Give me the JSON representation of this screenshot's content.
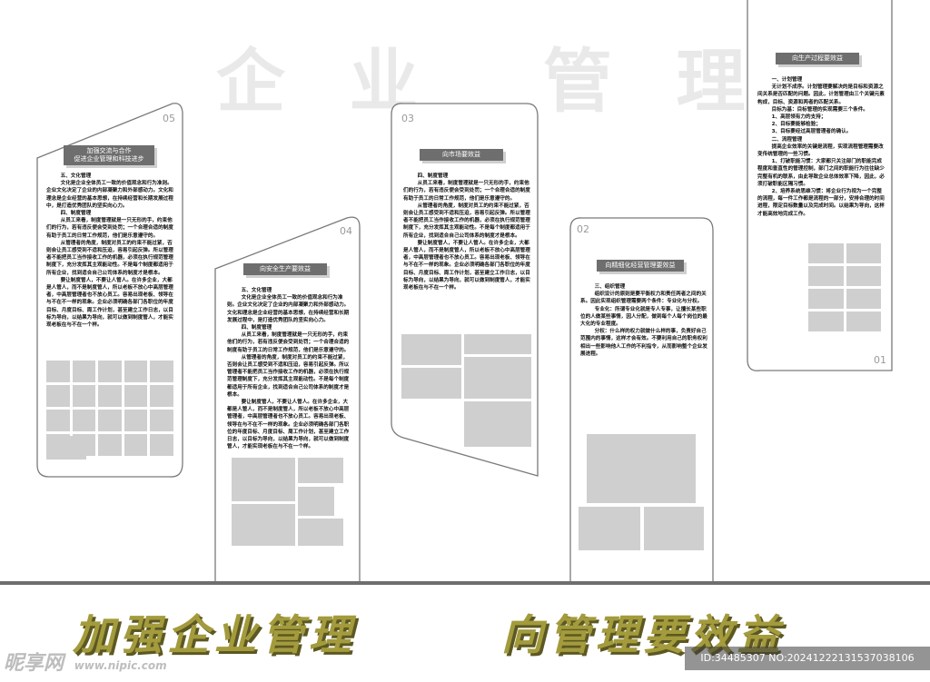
{
  "background_title": {
    "left": "企 业",
    "right": "管 理"
  },
  "slogan": {
    "left": "加强企业管理",
    "right": "向管理要效益"
  },
  "watermark": {
    "site": "昵享网",
    "url": "www.nipic.com",
    "id_text": "ID:34485307 NO:20241222131537038106"
  },
  "panels": {
    "p05": {
      "number": "05",
      "title_line1": "加强交流与合作",
      "title_line2": "促进企业管理和科技进步",
      "body": "        五、文化管理\n        文化是企业全体员工一致的价值观念和行为准则。企业文化决定了企业的内部凝聚力和外部感动力。文化和理念是企业经营的基本思想，在持续经营和长期发展过程中，是打造优秀团队的坚实向心力。\n        四、制度管理\n        从员工来看，制度管理就是一只无形的手，约束他们的行为，若有违反便会受到处罚；一个合理合适的制度有助于员工的日常工作规范，他们是乐意遵守的。\n        从管理者的角度，制度对员工的约束不能过紧，否则会让员工感受到不适和压迫，容易引起反弹。所以管理者不能把员工当作接收工作的机器，必须在执行规范管理制度下，充分发挥其主观能动性。不是每个制度都适用于所有企业，找到适合自己公司体系的制度才是根本。\n        要让制度管人，不要让人管人。在许多企业，大都是人管人，而不是制度管人，所以老板不放心中高层管理者，中高层管理者也不放心员工。容易出现老板、领导在与不在不一样的现象。企业必须明确各部门各职位的年度目标、月度目标、周工作计划，甚至建立工作日志，以目标为导向，以结果为导向，就可以做到制度管人，才能实现老板在与不在一个样。"
    },
    "p04": {
      "number": "04",
      "title": "向安全生产要效益",
      "body": "        五、文化管理\n        文化是企业全体员工一致的价值观念和行为准则。企业文化决定了企业的内部凝聚力和外部感动力。文化和理念是企业经营的基本思想，在持续经营和长期发展过程中，是打造优秀团队的坚实向心力。\n        四、制度管理\n        从员工来看，制度管理就是一只无形的手，约束他们的行为，若有违反便会受到处罚；一个合理合适的制度有助于员工的日常工作规范，他们是乐意遵守的。\n        从管理者的角度，制度对员工的约束不能过紧，否则会让员工感受到不适和压迫，容易引起反弹。所以管理者不能把员工当作接收工作的机器，必须在执行规范管理制度下，充分发挥其主观能动性。不是每个制度都适用于所有企业，找到适合自己公司体系的制度才是根本。\n        要让制度管人，不要让人管人。在许多企业，大都是人管人，而不是制度管人，所以老板不放心中高层管理者，中高层管理者也不放心员工。容易出现老板、领导在与不在不一样的现象。企业必须明确各部门各职位的年度目标、月度目标、周工作计划，甚至建立工作日志，以目标为导向，以结果为导向，就可以做到制度管人，才能实现老板在与不在一个样。"
    },
    "p03": {
      "number": "03",
      "title": "向市场要效益",
      "body": "        四、制度管理\n        从员工来看，制度管理就是一只无形的手，约束他们的行为，若有违反便会受到处罚；一个合理合适的制度有助于员工的日常工作规范，他们是乐意遵守的。\n        从管理者的角度，制度对员工的约束不能过紧，否则会让员工感受到不适和压迫，容易引起反弹。所以管理者不能把员工当作接收工作的机器，必须在执行规范管理制度下，充分发挥其主观能动性。不是每个制度都适用于所有企业，找到适合自己公司体系的制度才是根本。\n        要让制度管人，不要让人管人。在许多企业，大都是人管人，而不是制度管人，所以老板不放心中高层管理者，中高层管理者也不放心员工。容易出现老板、领导在与不在不一样的现象。企业必须明确各部门各职位的年度目标、月度目标、周工作计划，甚至建立工作日志，以目标为导向，以结果为导向，就可以做到制度管人，才能实现老板在与不在一个样。"
    },
    "p02": {
      "number": "02",
      "title": "向精细化经营管理要效益",
      "body": "        三、组织管理\n        组织设计的原则是要平衡权力和责任两者之间的关系。因此实现组织管理需要两个条件：专业化与分权。\n        专业化：所谓专业化就是专人专事，让擅长某些职位的人做某些事情，因人分配，做到每个人每个岗位的最大化的专业程度。\n        分权：什么样的权力就做什么样的事，负责好自己范围内的事情，这样才会有效。不要利用自己的职务权利相出一些影响他人工作的不利指令，从而影响整个企业发展进程。"
    },
    "p01": {
      "number": "01",
      "title": "向生产过程要效益",
      "body": "        一、计划管理\n        无计划不成序。计划管理要解决的是目标和资源之间关系是否匹配的问题。因此，计划管理由三个关键元素构成，目标、资源和两者的匹配关系。\n        目标为基：目标管理的实现需要三个条件。\n        1、高层领有力的支持；\n        2、目标要能够检验；\n        3、目标要经过高层管理者的确认。\n        二、流程管理\n        提高企业效率的关键是流程，实现流程管理需要改变传统管理的一些习惯。\n        1、打破职能习惯：大家都只关注部门的职能完成程度和垂直性的管理控制，部门之间的职能行为往往缺少完整有机的联系，由此导致企业总体效率下降，因此，必须打破职能区隔习惯。\n        2、培养系统思维习惯：将企业行为视为一个完整的流程，每一件工作都是流程的一部分，安排合理的时间进程，限定目标数量以及完成时间。以结果为导向，这样才能高效地完成工作。"
    }
  }
}
